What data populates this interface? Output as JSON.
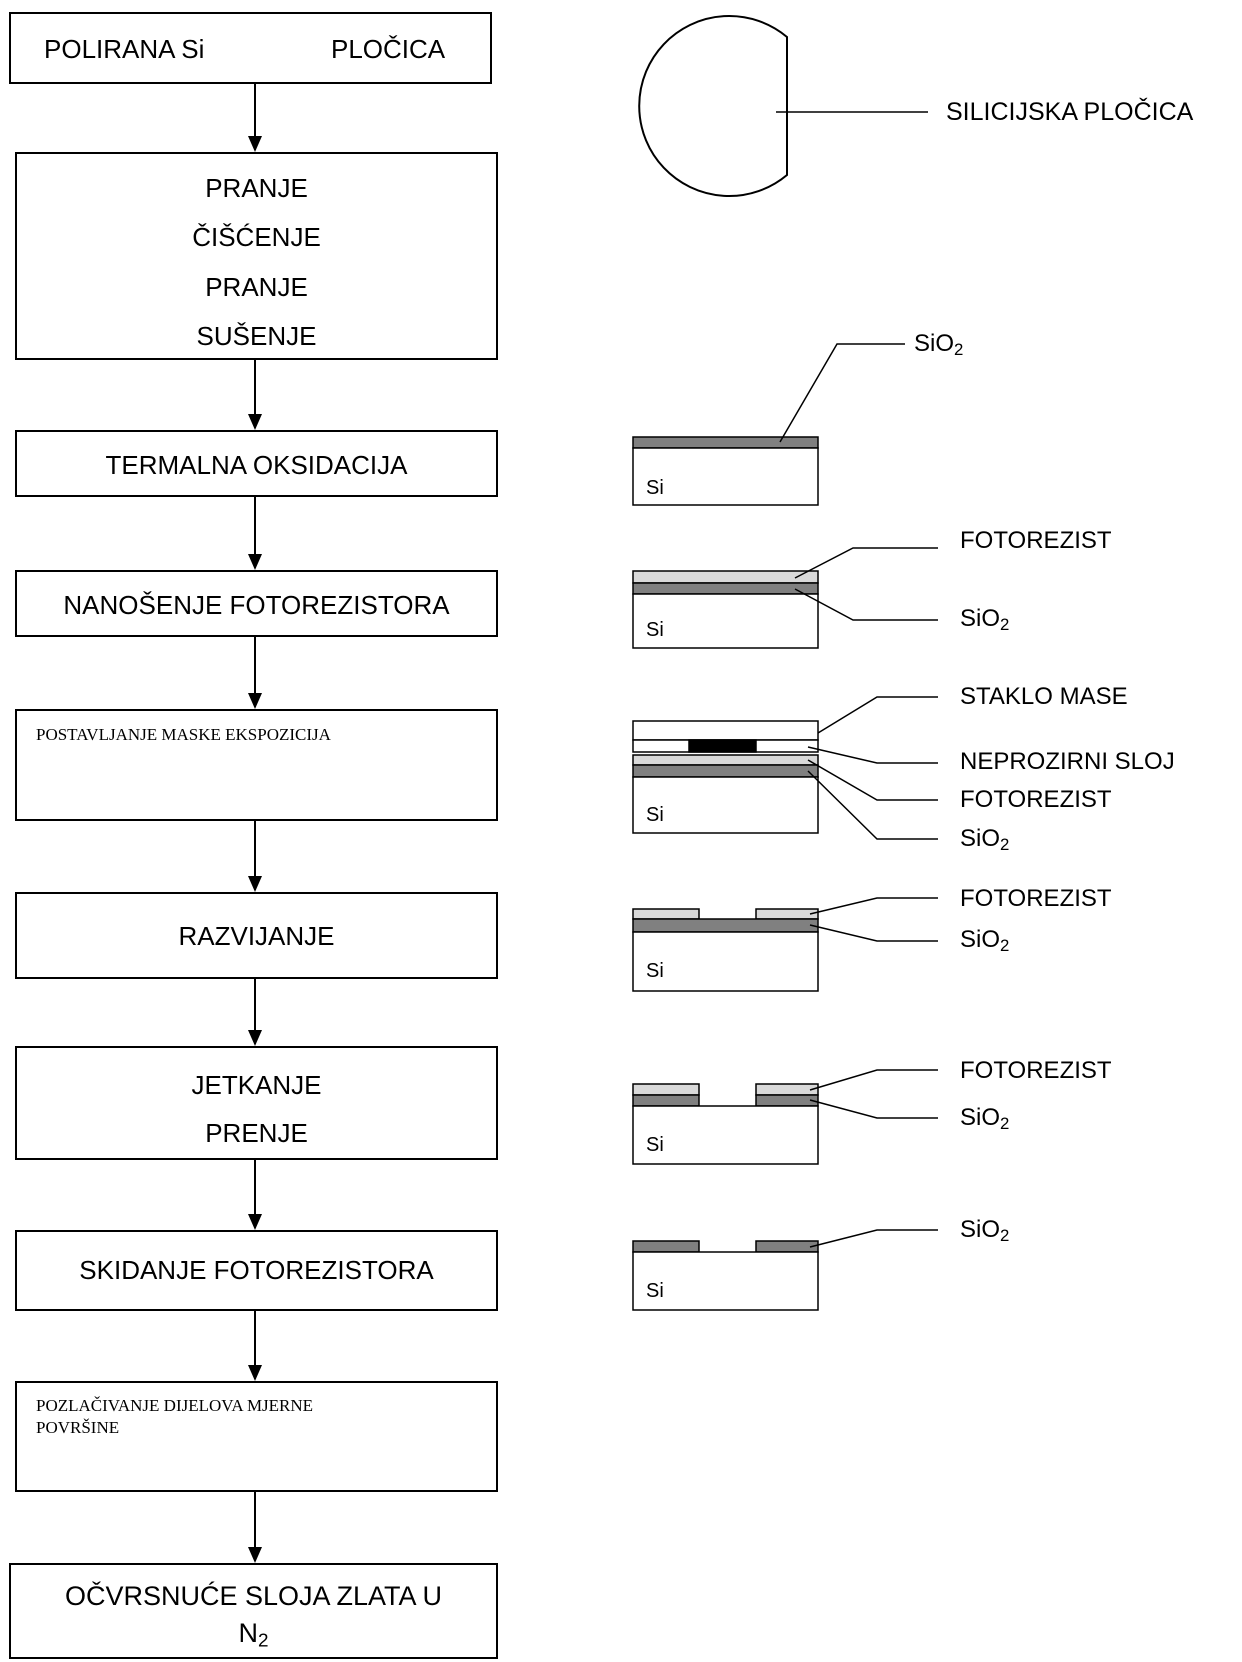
{
  "flow": {
    "step1": {
      "left": "POLIRANA Si",
      "right": "PLOČICA"
    },
    "step2": {
      "lines": [
        "PRANJE",
        "ČIŠĆENJE",
        "PRANJE",
        "SUŠENJE"
      ]
    },
    "step3": {
      "label": "TERMALNA OKSIDACIJA"
    },
    "step4": {
      "label": "NANOŠENJE FOTOREZISTORA"
    },
    "step5": {
      "label": "POSTAVLJANJE MASKE EKSPOZICIJA"
    },
    "step6": {
      "label": "RAZVIJANJE"
    },
    "step7": {
      "lines": [
        "JETKANJE",
        "PRENJE"
      ]
    },
    "step8": {
      "label": "SKIDANJE FOTOREZISTORA"
    },
    "step9": {
      "lines": [
        "POZLAČIVANJE DIJELOVA MJERNE",
        "POVRŠINE"
      ]
    },
    "step10": {
      "line1": "OČVRSNUĆE SLOJA ZLATA U",
      "line2_base": "N",
      "line2_sub": "2"
    }
  },
  "diagram": {
    "wafer_label": "SILICIJSKA PLOČICA",
    "substrate_label": "Si",
    "oxide_base": "SiO",
    "oxide_sub": "2",
    "photoresist_label": "FOTOREZIST",
    "mask_glass_label": "STAKLO MASE",
    "opaque_layer_label": "NEPROZIRNI SLOJ"
  },
  "colors": {
    "oxide": "#808080",
    "photoresist": "#d9d9d9",
    "opaque": "#000000",
    "outline": "#000000"
  }
}
